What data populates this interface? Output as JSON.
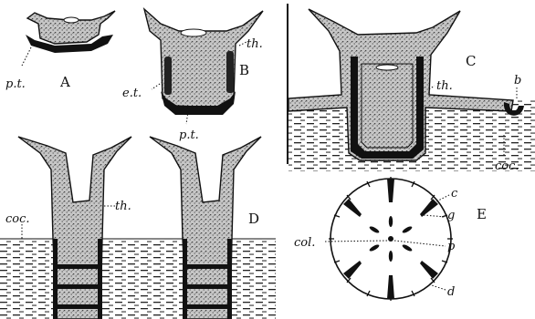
{
  "panels": {
    "A": {
      "letter": "A",
      "labels": {
        "pt": "p.t."
      }
    },
    "B": {
      "letter": "B",
      "labels": {
        "th": "th.",
        "et": "e.t.",
        "pt": "p.t."
      }
    },
    "C": {
      "letter": "C",
      "labels": {
        "th": "th.",
        "b": "b",
        "coc": "coc."
      }
    },
    "D": {
      "letter": "D",
      "labels": {
        "coc": "coc.",
        "th": "th."
      }
    },
    "E": {
      "letter": "E",
      "labels": {
        "c": "c",
        "g": "g",
        "col": "col.",
        "p": "p",
        "d": "d"
      }
    }
  },
  "colors": {
    "ink": "#111111",
    "stipple": "#9a9a9a",
    "paper": "#ffffff"
  }
}
